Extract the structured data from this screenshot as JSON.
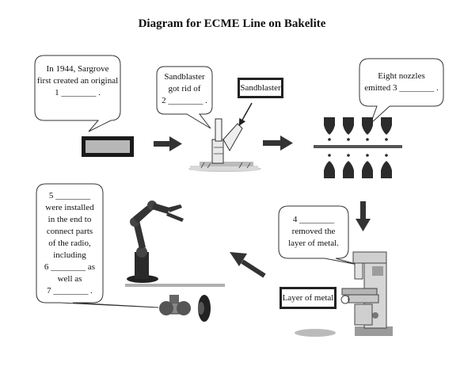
{
  "title": "Diagram for ECME Line on Bakelite",
  "steps": [
    {
      "lines": [
        "In 1944, Sargrove",
        "first created an original",
        "1 ________ ."
      ]
    },
    {
      "lines": [
        "Sandblaster",
        "got rid of",
        "2 ________ ."
      ]
    },
    {
      "lines": [
        "Eight nozzles",
        "emitted 3 ________ ."
      ]
    },
    {
      "lines": [
        "4 ________",
        "removed the",
        "layer of metal."
      ]
    },
    {
      "lines": [
        "5 ________",
        "were installed",
        "in the end to",
        "connect parts",
        "of the radio,",
        "including",
        "6 ________ as",
        "well as",
        "7 ________ ."
      ]
    }
  ],
  "labels": {
    "sandblaster": "Sandblaster",
    "layer_of_metal": "Layer of metal"
  }
}
